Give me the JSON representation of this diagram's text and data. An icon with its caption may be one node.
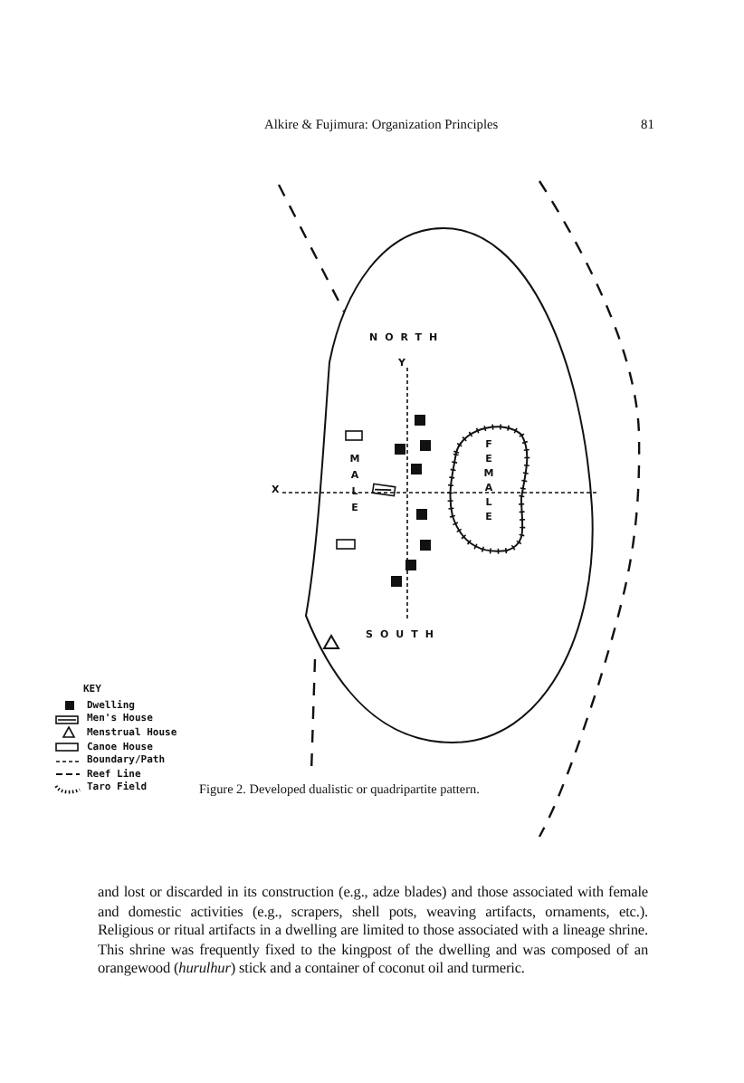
{
  "diagram": {
    "caption": "Figure 2. Developed dualistic or quadripartite pattern.",
    "labels": [
      "Alkire & Fujimura: Organization Principles",
      "81",
      "NORTH",
      "Y",
      "MALE",
      "FEMALE",
      "X",
      "SOUTH",
      "KEY",
      "and lost or discarded in its construction (e.g., adze blades) and those associated with female and domestic activities (e.g., scrapers, shell pots, weaving artifacts, ornaments, etc.). Religious or ritual artifacts in a dwelling are limited to those associated with a lineage shrine. This shrine was frequently fixed to the kingpost of the dwelling and was composed of an orangewood (*hurulhur*) stick and a container of coconut oil and turmeric."
    ],
    "legend": [
      {
        "text": "Dwelling"
      },
      {
        "text": "Men's House"
      },
      {
        "text": "Menstrual House"
      },
      {
        "text": "Canoe House"
      },
      {
        "text": "Boundary/Path"
      },
      {
        "text": "Reef Line"
      },
      {
        "text": "Taro Field"
      }
    ]
  }
}
